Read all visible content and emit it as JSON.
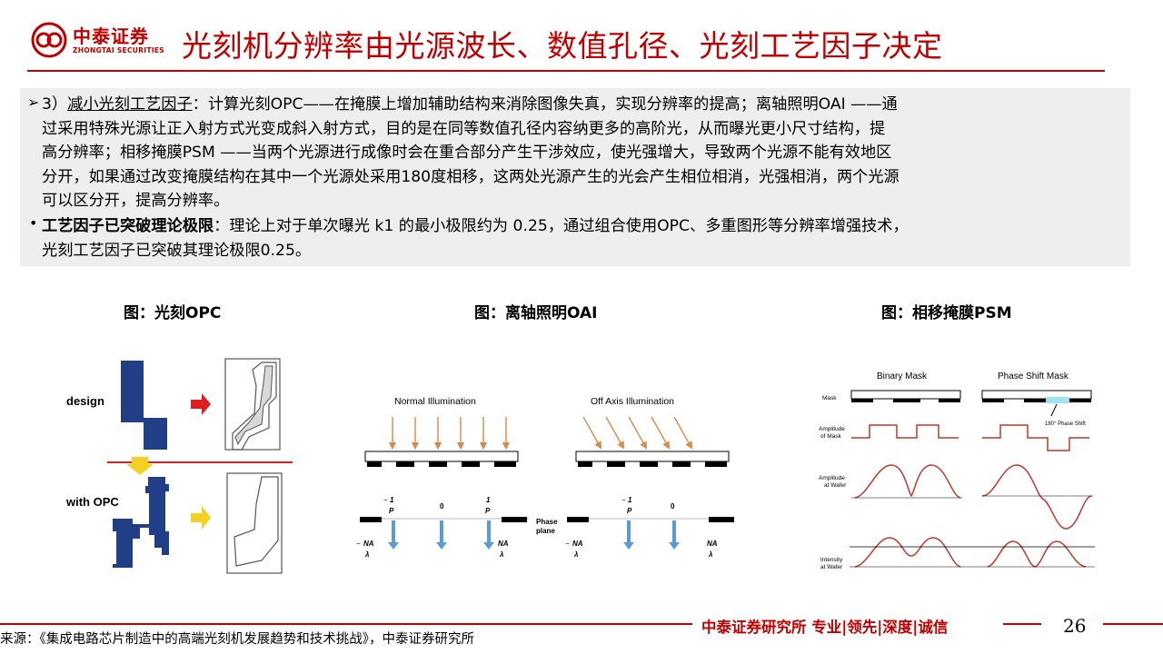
{
  "header": {
    "logo_cn": "中泰证券",
    "logo_en": "ZHONGTAI SECURITIES",
    "title": "光刻机分辨率由光源波长、数值孔径、光刻工艺因子决定"
  },
  "content": {
    "p1_bullet": "➢",
    "p1_lead": "3）",
    "p1_underlined": "减小光刻工艺因子",
    "p1_line1_rest": "：计算光刻OPC——在掩膜上增加辅助结构来消除图像失真，实现分辨率的提高；离轴照明OAI ——通",
    "p1_line2": "过采用特殊光源让正入射方式光变成斜入射方式，目的是在同等数值孔径内容纳更多的高阶光，从而曝光更小尺寸结构，提",
    "p1_line3": "高分辨率；相移掩膜PSM ——当两个光源进行成像时会在重合部分产生干涉效应，使光强增大，导致两个光源不能有效地区",
    "p1_line4": "分开，如果通过改变掩膜结构在其中一个光源处采用180度相移，这两处光源产生的光会产生相位相消，光强相消，两个光源",
    "p1_line5": "可以区分开，提高分辨率。",
    "p2_bullet": "•",
    "p2_bold": "工艺因子已突破理论极限",
    "p2_line1_rest": "：理论上对于单次曝光 k1 的最小极限约为 0.25，通过组合使用OPC、多重图形等分辨率增强技术，",
    "p2_line2": "光刻工艺因子已突破其理论极限0.25。"
  },
  "figures": {
    "opc": {
      "caption": "图：光刻OPC",
      "design_label": "design",
      "with_opc_label": "with OPC"
    },
    "oai": {
      "caption": "图：离轴照明OAI",
      "normal_label": "Normal Illumination",
      "off_axis_label": "Off Axis Illumination",
      "phase_plane_label_1": "Phase",
      "phase_plane_label_2": "plane",
      "neg_one": "−",
      "one": "1",
      "p": "P",
      "zero": "0",
      "na": "NA",
      "lambda": "λ"
    },
    "psm": {
      "caption": "图：相移掩膜PSM",
      "binary_mask": "Binary Mask",
      "phase_shift_mask": "Phase Shift Mask",
      "mask": "Mask",
      "amp_mask_1": "Amplitude",
      "amp_mask_2": "of Mask",
      "amp_wafer_1": "Amplitude",
      "amp_wafer_2": "at Wafer",
      "int_wafer_1": "Intensity",
      "int_wafer_2": "at Wafer",
      "phase_shift": "180° Phase Shift"
    }
  },
  "footer": {
    "slogan": "中泰证券研究所 专业|领先|深度|诚信",
    "page_number": "26",
    "source": "来源：《集成电路芯片制造中的高端光刻机发展趋势和技术挑战》，中泰证券研究所"
  },
  "colors": {
    "brand_red": "#c00000",
    "mask_blue": "#203f86",
    "arrow_orange": "#d88a4a",
    "arrow_blue": "#5b9bd5",
    "curve_red": "#c0392b",
    "phase_cyan": "#9fe3f0"
  }
}
